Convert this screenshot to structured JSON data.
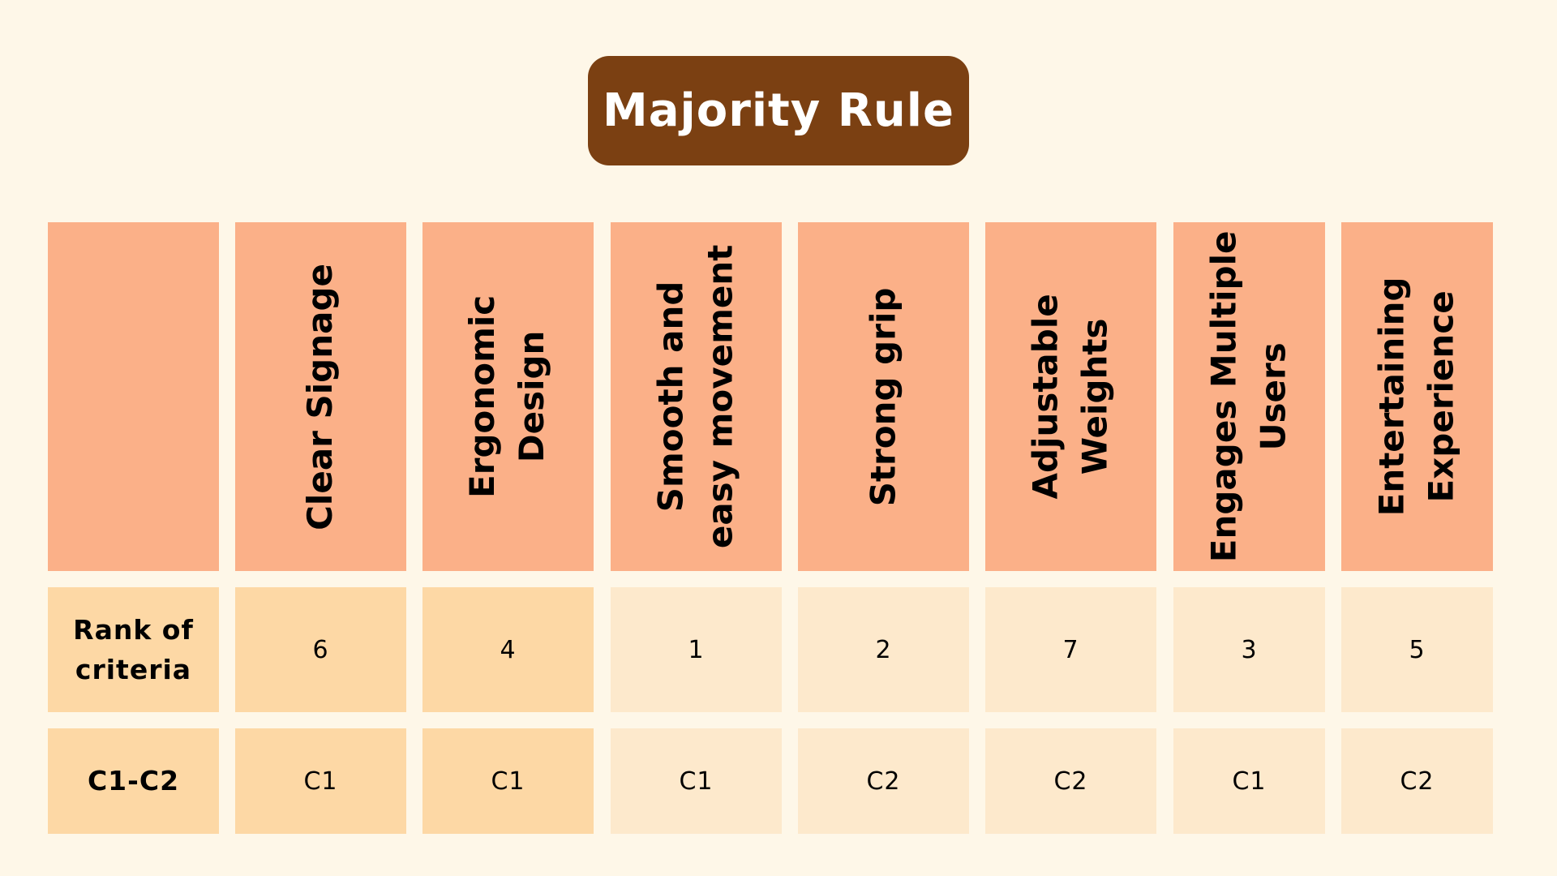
{
  "title": "Majority Rule",
  "colors": {
    "background": "#fef7e8",
    "title_box": "#7b4012",
    "header_cells": "#fbb088",
    "cell_light": "#fde9cc",
    "cell_mid": "#fdd8a5"
  },
  "header": {
    "corner": "",
    "criteria": [
      "Clear Signage",
      "Ergonomic\nDesign",
      "Smooth and\neasy movement",
      "Strong grip",
      "Adjustable\nWeights",
      "Engages Multiple\nUsers",
      "Entertaining\nExperience"
    ]
  },
  "rows": [
    {
      "label": "Rank of\ncriteria",
      "values": [
        "6",
        "4",
        "1",
        "2",
        "7",
        "3",
        "5"
      ]
    },
    {
      "label": "C1-C2",
      "values": [
        "C1",
        "C1",
        "C1",
        "C2",
        "C2",
        "C1",
        "C2"
      ]
    }
  ]
}
